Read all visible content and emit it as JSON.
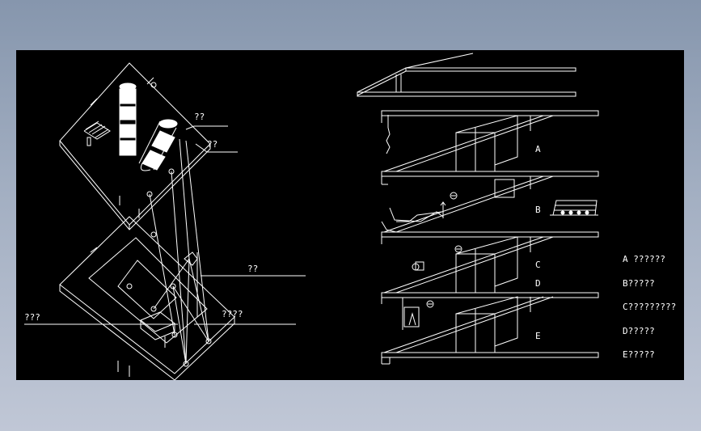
{
  "drawing": {
    "left_callouts": {
      "top_a": "??",
      "top_b": "??",
      "mid": "??",
      "left": "???",
      "right": "????"
    },
    "zones": [
      "A",
      "B",
      "C",
      "D",
      "E"
    ],
    "legend": [
      "A ??????",
      "B?????",
      "C?????????",
      "D?????",
      "E?????"
    ]
  }
}
